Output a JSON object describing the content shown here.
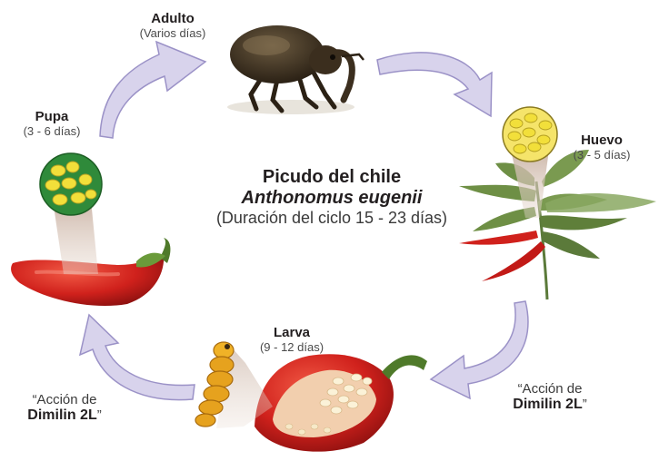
{
  "center": {
    "title": "Picudo del chile",
    "species": "Anthonomus eugenii",
    "duration": "(Duración del ciclo 15 - 23 días)"
  },
  "stages": {
    "adulto": {
      "name": "Adulto",
      "duration": "(Varios días)"
    },
    "huevo": {
      "name": "Huevo",
      "duration": "(3 - 5 días)"
    },
    "larva": {
      "name": "Larva",
      "duration": "(9 - 12 días)"
    },
    "pupa": {
      "name": "Pupa",
      "duration": "(3 - 6 días)"
    }
  },
  "actions": {
    "right": {
      "prefix": "“Acción de",
      "product": "Dimilin 2L",
      "suffix": "”"
    },
    "left": {
      "prefix": "“Acción de",
      "product": "Dimilin 2L",
      "suffix": "”"
    }
  },
  "colors": {
    "arrow_fill": "#d8d3ec",
    "arrow_stroke": "#9b92c7",
    "pepper_red": "#d0211c",
    "leaf_green": "#5b7a3a",
    "egg_yellow": "#f2df3a",
    "larva_orange": "#e6a21e",
    "weevil_brown": "#3b2e1e"
  },
  "icons": [
    "adult-weevil-icon",
    "chili-plant-icon",
    "egg-cluster-icon",
    "cut-pepper-icon",
    "larva-icon",
    "red-pepper-icon",
    "pupa-cluster-icon"
  ]
}
